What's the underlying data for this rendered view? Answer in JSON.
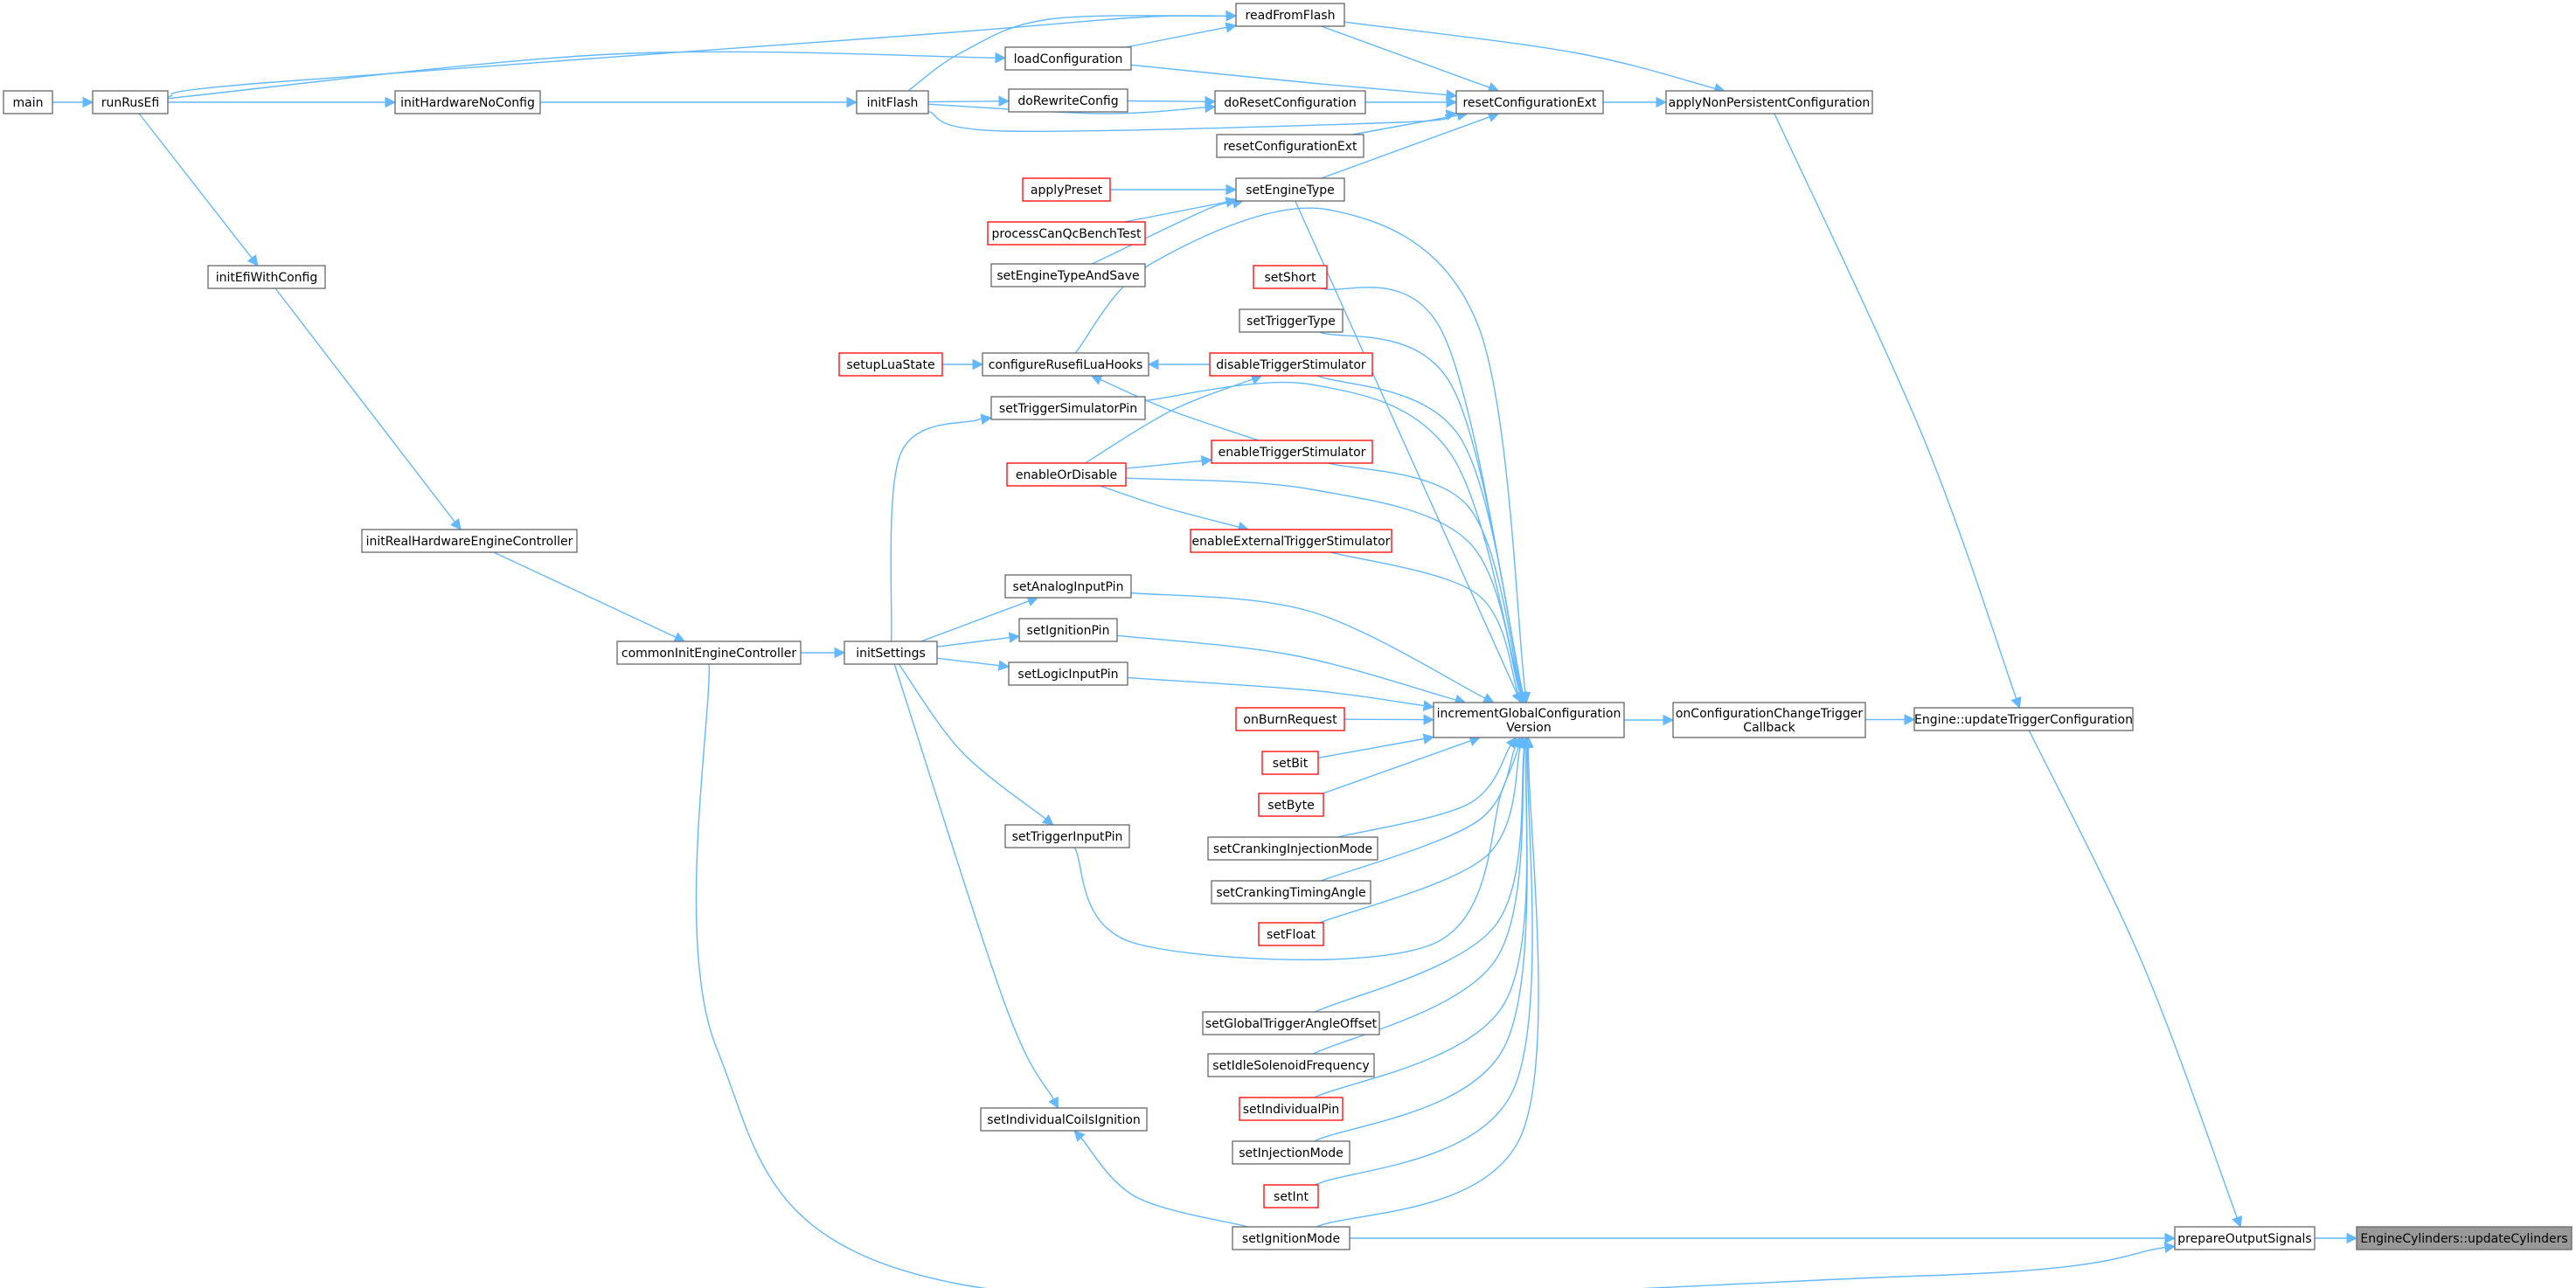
{
  "graph": {
    "colors": {
      "edge": "#63b8ff",
      "node_border": "#666666",
      "node_border_incomplete": "#ff0000",
      "node_fill": "#ffffff",
      "root_fill": "#999999",
      "text": "#000000"
    },
    "nodes": [
      {
        "id": "main",
        "lines": [
          "main"
        ],
        "style": "normal"
      },
      {
        "id": "runRusEfi",
        "lines": [
          "runRusEfi"
        ],
        "style": "normal"
      },
      {
        "id": "initHardwareNoConfig",
        "lines": [
          "initHardwareNoConfig"
        ],
        "style": "normal"
      },
      {
        "id": "initFlash",
        "lines": [
          "initFlash"
        ],
        "style": "normal"
      },
      {
        "id": "readFromFlash",
        "lines": [
          "readFromFlash"
        ],
        "style": "normal"
      },
      {
        "id": "loadConfiguration",
        "lines": [
          "loadConfiguration"
        ],
        "style": "normal"
      },
      {
        "id": "doRewriteConfig",
        "lines": [
          "doRewriteConfig"
        ],
        "style": "normal"
      },
      {
        "id": "doResetConfiguration",
        "lines": [
          "doResetConfiguration"
        ],
        "style": "normal"
      },
      {
        "id": "resetConfigurationExt2",
        "lines": [
          "resetConfigurationExt"
        ],
        "style": "normal"
      },
      {
        "id": "resetConfigurationExt",
        "lines": [
          "resetConfigurationExt"
        ],
        "style": "normal"
      },
      {
        "id": "applyNonPersistentConfiguration",
        "lines": [
          "applyNonPersistentConfiguration"
        ],
        "style": "normal"
      },
      {
        "id": "applyPreset",
        "lines": [
          "applyPreset"
        ],
        "style": "red"
      },
      {
        "id": "processCanQcBenchTest",
        "lines": [
          "processCanQcBenchTest"
        ],
        "style": "red"
      },
      {
        "id": "setEngineTypeAndSave",
        "lines": [
          "setEngineTypeAndSave"
        ],
        "style": "normal"
      },
      {
        "id": "setEngineType",
        "lines": [
          "setEngineType"
        ],
        "style": "normal"
      },
      {
        "id": "initEfiWithConfig",
        "lines": [
          "initEfiWithConfig"
        ],
        "style": "normal"
      },
      {
        "id": "setShort",
        "lines": [
          "setShort"
        ],
        "style": "red"
      },
      {
        "id": "setTriggerType",
        "lines": [
          "setTriggerType"
        ],
        "style": "normal"
      },
      {
        "id": "setupLuaState",
        "lines": [
          "setupLuaState"
        ],
        "style": "red"
      },
      {
        "id": "configureRusefiLuaHooks",
        "lines": [
          "configureRusefiLuaHooks"
        ],
        "style": "normal"
      },
      {
        "id": "disableTriggerStimulator",
        "lines": [
          "disableTriggerStimulator"
        ],
        "style": "red"
      },
      {
        "id": "setTriggerSimulatorPin",
        "lines": [
          "setTriggerSimulatorPin"
        ],
        "style": "normal"
      },
      {
        "id": "enableTriggerStimulator",
        "lines": [
          "enableTriggerStimulator"
        ],
        "style": "red"
      },
      {
        "id": "enableOrDisable",
        "lines": [
          "enableOrDisable"
        ],
        "style": "red"
      },
      {
        "id": "enableExternalTriggerStimulator",
        "lines": [
          "enableExternalTriggerStimulator"
        ],
        "style": "red"
      },
      {
        "id": "initRealHardwareEngineController",
        "lines": [
          "initRealHardwareEngineController"
        ],
        "style": "normal"
      },
      {
        "id": "setAnalogInputPin",
        "lines": [
          "setAnalogInputPin"
        ],
        "style": "normal"
      },
      {
        "id": "setIgnitionPin",
        "lines": [
          "setIgnitionPin"
        ],
        "style": "normal"
      },
      {
        "id": "commonInitEngineController",
        "lines": [
          "commonInitEngineController"
        ],
        "style": "normal"
      },
      {
        "id": "initSettings",
        "lines": [
          "initSettings"
        ],
        "style": "normal"
      },
      {
        "id": "setLogicInputPin",
        "lines": [
          "setLogicInputPin"
        ],
        "style": "normal"
      },
      {
        "id": "incrementGlobalConfigurationVersion",
        "lines": [
          "incrementGlobalConfiguration",
          "Version"
        ],
        "style": "normal"
      },
      {
        "id": "onConfigurationChangeTriggerCallback",
        "lines": [
          "onConfigurationChangeTrigger",
          "Callback"
        ],
        "style": "normal"
      },
      {
        "id": "EngineUpdateTriggerConfiguration",
        "lines": [
          "Engine::updateTriggerConfiguration"
        ],
        "style": "normal"
      },
      {
        "id": "onBurnRequest",
        "lines": [
          "onBurnRequest"
        ],
        "style": "red"
      },
      {
        "id": "setBit",
        "lines": [
          "setBit"
        ],
        "style": "red"
      },
      {
        "id": "setByte",
        "lines": [
          "setByte"
        ],
        "style": "red"
      },
      {
        "id": "setTriggerInputPin",
        "lines": [
          "setTriggerInputPin"
        ],
        "style": "normal"
      },
      {
        "id": "setCrankingInjectionMode",
        "lines": [
          "setCrankingInjectionMode"
        ],
        "style": "normal"
      },
      {
        "id": "setCrankingTimingAngle",
        "lines": [
          "setCrankingTimingAngle"
        ],
        "style": "normal"
      },
      {
        "id": "setFloat",
        "lines": [
          "setFloat"
        ],
        "style": "red"
      },
      {
        "id": "setGlobalTriggerAngleOffset",
        "lines": [
          "setGlobalTriggerAngleOffset"
        ],
        "style": "normal"
      },
      {
        "id": "setIdleSolenoidFrequency",
        "lines": [
          "setIdleSolenoidFrequency"
        ],
        "style": "normal"
      },
      {
        "id": "setIndividualPin",
        "lines": [
          "setIndividualPin"
        ],
        "style": "red"
      },
      {
        "id": "setIndividualCoilsIgnition",
        "lines": [
          "setIndividualCoilsIgnition"
        ],
        "style": "normal"
      },
      {
        "id": "setInjectionMode",
        "lines": [
          "setInjectionMode"
        ],
        "style": "normal"
      },
      {
        "id": "setInt",
        "lines": [
          "setInt"
        ],
        "style": "red"
      },
      {
        "id": "setIgnitionMode",
        "lines": [
          "setIgnitionMode"
        ],
        "style": "normal"
      },
      {
        "id": "prepareOutputSignals",
        "lines": [
          "prepareOutputSignals"
        ],
        "style": "normal"
      },
      {
        "id": "EngineCylindersUpdateCylinders",
        "lines": [
          "EngineCylinders::updateCylinders"
        ],
        "style": "root"
      }
    ],
    "edges": [
      [
        "main",
        "runRusEfi"
      ],
      [
        "runRusEfi",
        "initHardwareNoConfig"
      ],
      [
        "runRusEfi",
        "loadConfiguration"
      ],
      [
        "runRusEfi",
        "readFromFlash"
      ],
      [
        "runRusEfi",
        "initEfiWithConfig"
      ],
      [
        "initHardwareNoConfig",
        "initFlash"
      ],
      [
        "initFlash",
        "doRewriteConfig"
      ],
      [
        "initFlash",
        "readFromFlash"
      ],
      [
        "initFlash",
        "doResetConfiguration"
      ],
      [
        "initFlash",
        "resetConfigurationExt"
      ],
      [
        "loadConfiguration",
        "readFromFlash"
      ],
      [
        "loadConfiguration",
        "resetConfigurationExt"
      ],
      [
        "doRewriteConfig",
        "doResetConfiguration"
      ],
      [
        "doResetConfiguration",
        "resetConfigurationExt"
      ],
      [
        "resetConfigurationExt2",
        "resetConfigurationExt"
      ],
      [
        "readFromFlash",
        "resetConfigurationExt"
      ],
      [
        "readFromFlash",
        "applyNonPersistentConfiguration"
      ],
      [
        "resetConfigurationExt",
        "applyNonPersistentConfiguration"
      ],
      [
        "setEngineType",
        "resetConfigurationExt"
      ],
      [
        "applyNonPersistentConfiguration",
        "EngineUpdateTriggerConfiguration"
      ],
      [
        "applyPreset",
        "setEngineType"
      ],
      [
        "processCanQcBenchTest",
        "setEngineType"
      ],
      [
        "setEngineTypeAndSave",
        "setEngineType"
      ],
      [
        "setEngineType",
        "incrementGlobalConfigurationVersion"
      ],
      [
        "initEfiWithConfig",
        "initRealHardwareEngineController"
      ],
      [
        "initRealHardwareEngineController",
        "commonInitEngineController"
      ],
      [
        "commonInitEngineController",
        "initSettings"
      ],
      [
        "commonInitEngineController",
        "prepareOutputSignals"
      ],
      [
        "setupLuaState",
        "configureRusefiLuaHooks"
      ],
      [
        "configureRusefiLuaHooks",
        "incrementGlobalConfigurationVersion"
      ],
      [
        "disableTriggerStimulator",
        "configureRusefiLuaHooks"
      ],
      [
        "enableTriggerStimulator",
        "configureRusefiLuaHooks"
      ],
      [
        "enableOrDisable",
        "disableTriggerStimulator"
      ],
      [
        "enableOrDisable",
        "enableTriggerStimulator"
      ],
      [
        "enableOrDisable",
        "enableExternalTriggerStimulator"
      ],
      [
        "enableOrDisable",
        "incrementGlobalConfigurationVersion"
      ],
      [
        "setShort",
        "incrementGlobalConfigurationVersion"
      ],
      [
        "setTriggerType",
        "incrementGlobalConfigurationVersion"
      ],
      [
        "disableTriggerStimulator",
        "incrementGlobalConfigurationVersion"
      ],
      [
        "setTriggerSimulatorPin",
        "incrementGlobalConfigurationVersion"
      ],
      [
        "enableTriggerStimulator",
        "incrementGlobalConfigurationVersion"
      ],
      [
        "enableExternalTriggerStimulator",
        "incrementGlobalConfigurationVersion"
      ],
      [
        "setAnalogInputPin",
        "incrementGlobalConfigurationVersion"
      ],
      [
        "setIgnitionPin",
        "incrementGlobalConfigurationVersion"
      ],
      [
        "setLogicInputPin",
        "incrementGlobalConfigurationVersion"
      ],
      [
        "onBurnRequest",
        "incrementGlobalConfigurationVersion"
      ],
      [
        "setBit",
        "incrementGlobalConfigurationVersion"
      ],
      [
        "setByte",
        "incrementGlobalConfigurationVersion"
      ],
      [
        "setTriggerInputPin",
        "incrementGlobalConfigurationVersion"
      ],
      [
        "setCrankingInjectionMode",
        "incrementGlobalConfigurationVersion"
      ],
      [
        "setCrankingTimingAngle",
        "incrementGlobalConfigurationVersion"
      ],
      [
        "setFloat",
        "incrementGlobalConfigurationVersion"
      ],
      [
        "setGlobalTriggerAngleOffset",
        "incrementGlobalConfigurationVersion"
      ],
      [
        "setIdleSolenoidFrequency",
        "incrementGlobalConfigurationVersion"
      ],
      [
        "setIndividualPin",
        "incrementGlobalConfigurationVersion"
      ],
      [
        "setInjectionMode",
        "incrementGlobalConfigurationVersion"
      ],
      [
        "setInt",
        "incrementGlobalConfigurationVersion"
      ],
      [
        "setIgnitionMode",
        "incrementGlobalConfigurationVersion"
      ],
      [
        "initSettings",
        "setTriggerSimulatorPin"
      ],
      [
        "initSettings",
        "setAnalogInputPin"
      ],
      [
        "initSettings",
        "setIgnitionPin"
      ],
      [
        "initSettings",
        "setLogicInputPin"
      ],
      [
        "initSettings",
        "setTriggerInputPin"
      ],
      [
        "initSettings",
        "setIndividualCoilsIgnition"
      ],
      [
        "setIgnitionMode",
        "setIndividualCoilsIgnition"
      ],
      [
        "setIgnitionMode",
        "prepareOutputSignals"
      ],
      [
        "incrementGlobalConfigurationVersion",
        "onConfigurationChangeTriggerCallback"
      ],
      [
        "onConfigurationChangeTriggerCallback",
        "EngineUpdateTriggerConfiguration"
      ],
      [
        "EngineUpdateTriggerConfiguration",
        "prepareOutputSignals"
      ],
      [
        "prepareOutputSignals",
        "EngineCylindersUpdateCylinders"
      ]
    ]
  }
}
